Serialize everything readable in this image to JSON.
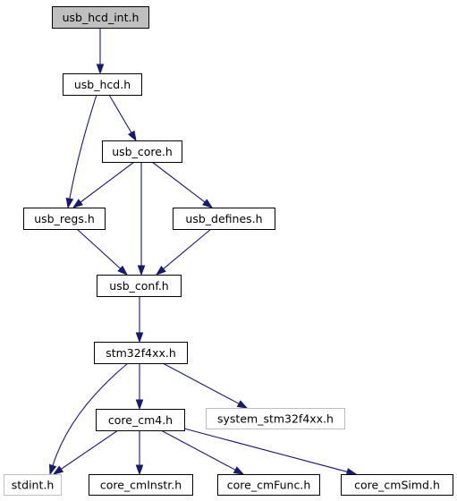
{
  "diagram": {
    "colors": {
      "edge": "#191970",
      "node_border": "#000000",
      "missing_node_border": "#bfbfbf",
      "root_fill": "#bfbfbf",
      "node_fill": "#ffffff",
      "text": "#000000"
    },
    "nodes": [
      {
        "id": "usb_hcd_int",
        "label": "usb_hcd_int.h",
        "kind": "root"
      },
      {
        "id": "usb_hcd",
        "label": "usb_hcd.h",
        "kind": "file"
      },
      {
        "id": "usb_core",
        "label": "usb_core.h",
        "kind": "file"
      },
      {
        "id": "usb_regs",
        "label": "usb_regs.h",
        "kind": "file"
      },
      {
        "id": "usb_defines",
        "label": "usb_defines.h",
        "kind": "file"
      },
      {
        "id": "usb_conf",
        "label": "usb_conf.h",
        "kind": "file"
      },
      {
        "id": "stm32f4xx",
        "label": "stm32f4xx.h",
        "kind": "file"
      },
      {
        "id": "core_cm4",
        "label": "core_cm4.h",
        "kind": "file"
      },
      {
        "id": "system_stm32f4xx",
        "label": "system_stm32f4xx.h",
        "kind": "missing"
      },
      {
        "id": "stdint",
        "label": "stdint.h",
        "kind": "missing"
      },
      {
        "id": "core_cmInstr",
        "label": "core_cmInstr.h",
        "kind": "file"
      },
      {
        "id": "core_cmFunc",
        "label": "core_cmFunc.h",
        "kind": "file"
      },
      {
        "id": "core_cmSimd",
        "label": "core_cmSimd.h",
        "kind": "file"
      }
    ],
    "edges": [
      {
        "from": "usb_hcd_int",
        "to": "usb_hcd"
      },
      {
        "from": "usb_hcd",
        "to": "usb_core"
      },
      {
        "from": "usb_hcd",
        "to": "usb_regs"
      },
      {
        "from": "usb_core",
        "to": "usb_regs"
      },
      {
        "from": "usb_core",
        "to": "usb_conf"
      },
      {
        "from": "usb_core",
        "to": "usb_defines"
      },
      {
        "from": "usb_regs",
        "to": "usb_conf"
      },
      {
        "from": "usb_defines",
        "to": "usb_conf"
      },
      {
        "from": "usb_conf",
        "to": "stm32f4xx"
      },
      {
        "from": "stm32f4xx",
        "to": "stdint"
      },
      {
        "from": "stm32f4xx",
        "to": "core_cm4"
      },
      {
        "from": "stm32f4xx",
        "to": "system_stm32f4xx"
      },
      {
        "from": "core_cm4",
        "to": "stdint"
      },
      {
        "from": "core_cm4",
        "to": "core_cmInstr"
      },
      {
        "from": "core_cm4",
        "to": "core_cmFunc"
      },
      {
        "from": "core_cm4",
        "to": "core_cmSimd"
      }
    ]
  }
}
